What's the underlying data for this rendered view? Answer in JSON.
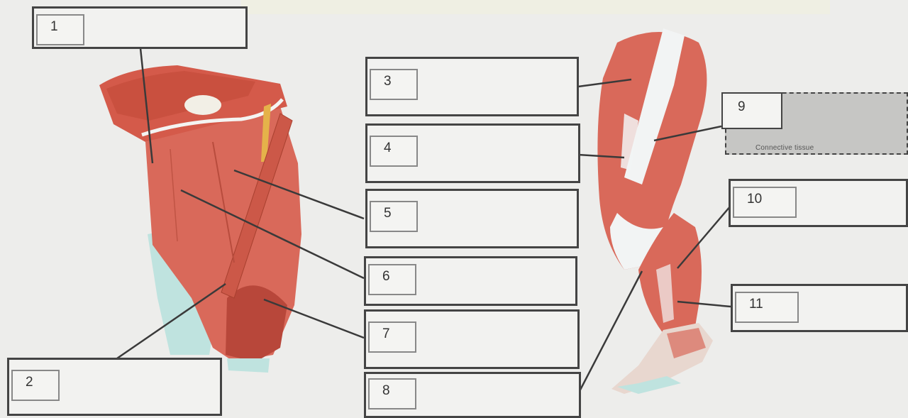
{
  "labels": [
    {
      "number": "1"
    },
    {
      "number": "2"
    },
    {
      "number": "3"
    },
    {
      "number": "4"
    },
    {
      "number": "5"
    },
    {
      "number": "6"
    },
    {
      "number": "7"
    },
    {
      "number": "8"
    },
    {
      "number": "9",
      "hint": "Connective tissue"
    },
    {
      "number": "10"
    },
    {
      "number": "11"
    }
  ],
  "colors": {
    "muscle": "#d9695a",
    "tendon": "#f2f4f4",
    "fascia": "#bfe3df",
    "leader": "#3a3a3a"
  }
}
